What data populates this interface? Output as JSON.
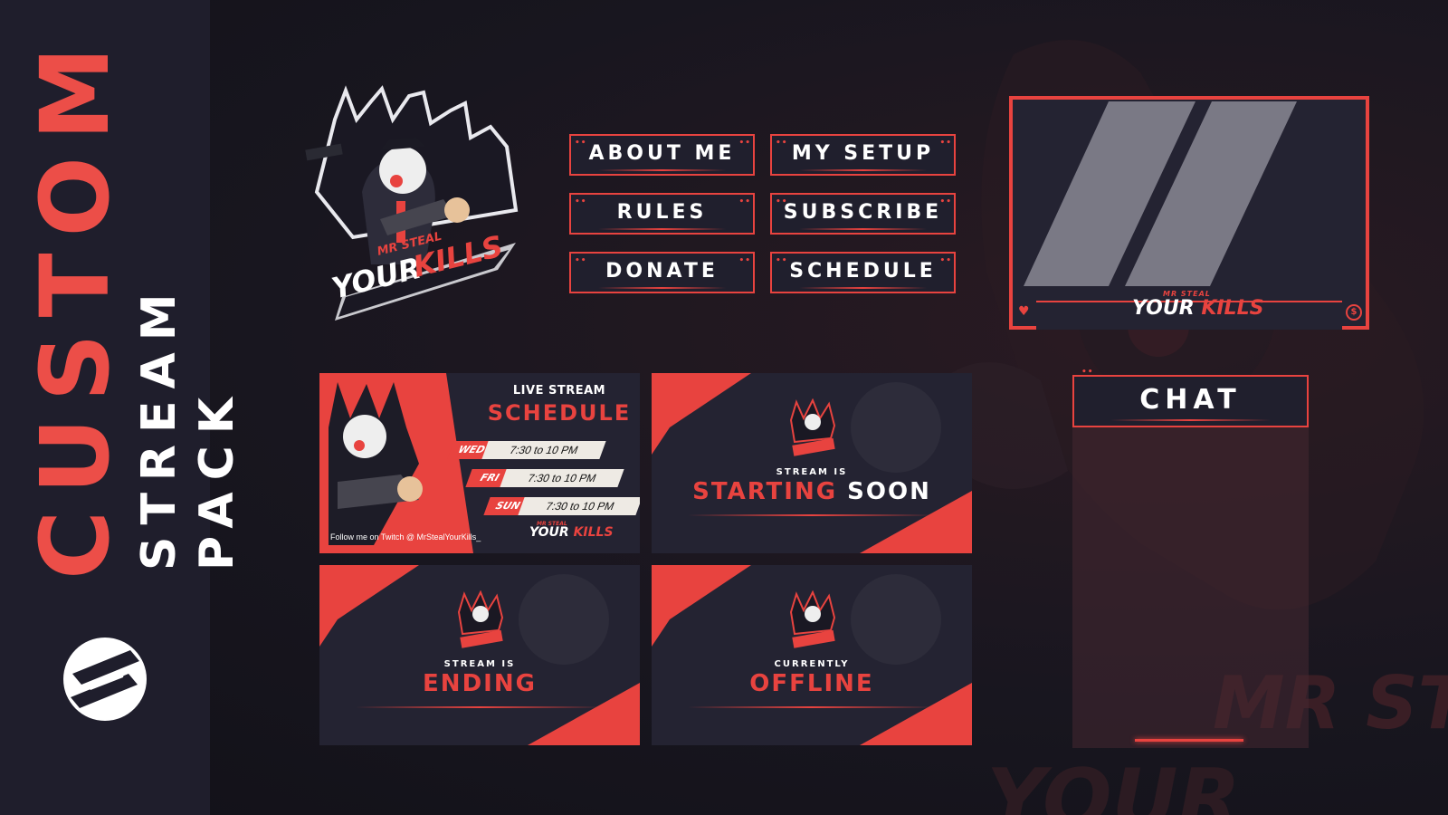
{
  "sidebar": {
    "title_main": "CUSTOM",
    "title_sub": "STREAM PACK",
    "brand_logo_icon": "s-monogram-logo-icon"
  },
  "logo": {
    "line1": "MR STEAL",
    "line2_white": "YOUR",
    "line2_red": "KILLS",
    "mascot_icon": "clown-gangster-mascot-icon"
  },
  "panels": [
    {
      "label": "ABOUT ME"
    },
    {
      "label": "MY SETUP"
    },
    {
      "label": "RULES"
    },
    {
      "label": "SUBSCRIBE"
    },
    {
      "label": "DONATE"
    },
    {
      "label": "SCHEDULE"
    }
  ],
  "webcam": {
    "line1": "MR STEAL",
    "line2_white": "YOUR",
    "line2_red": "KILLS",
    "left_icon": "heart-icon",
    "right_icon": "dollar-icon",
    "right_icon_glyph": "$"
  },
  "chat": {
    "label": "CHAT"
  },
  "screens": {
    "schedule": {
      "top": "LIVE STREAM",
      "title": "SCHEDULE",
      "rows": [
        {
          "day": "WED",
          "time": "7:30 to 10 PM"
        },
        {
          "day": "FRI",
          "time": "7:30 to 10 PM"
        },
        {
          "day": "SUN",
          "time": "7:30 to 10 PM"
        }
      ],
      "follow": "Follow me on Twitch @ MrStealYourKills_",
      "mini_line1": "MR STEAL",
      "mini_white": "YOUR",
      "mini_red": "KILLS"
    },
    "starting": {
      "small": "STREAM IS",
      "big_red": "STARTING",
      "big_white": "SOON"
    },
    "ending": {
      "small": "STREAM IS",
      "big_red": "ENDING"
    },
    "offline": {
      "small": "CURRENTLY",
      "big_red": "OFFLINE"
    }
  },
  "background": {
    "word1": "MR STEAL",
    "word2": "YOUR"
  },
  "colors": {
    "accent": "#e8433f",
    "panel_bg": "#201f2d",
    "sidebar": "#1f1e2c"
  }
}
